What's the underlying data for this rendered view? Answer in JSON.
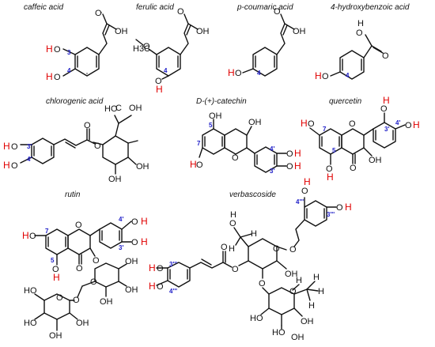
{
  "titles": {
    "caffeic": "caffeic acid",
    "ferulic": "ferulic acid",
    "pcoumaric": "p-coumaric acid",
    "hydroxybenzoic": "4-hydroxybenzoic acid",
    "chlorogenic": "chlorogenic acid",
    "catechin": "D-(+)-catechin",
    "quercetin": "quercetin",
    "rutin": "rutin",
    "verbascoside": "verbascoside"
  },
  "atoms": {
    "O": "O",
    "OH": "OH",
    "HO": "HO",
    "H": "H",
    "C": "C",
    "H3C": "H3C"
  },
  "locants": {
    "three": "3",
    "four": "4",
    "three_p": "3'",
    "four_p": "4'",
    "five": "5",
    "seven": "7",
    "three_ppp": "3'''",
    "four_ppp": "4'''"
  },
  "colors": {
    "hydroxyl_highlight": "#e00000",
    "locant_label": "#2020c8",
    "bond": "#111111"
  }
}
